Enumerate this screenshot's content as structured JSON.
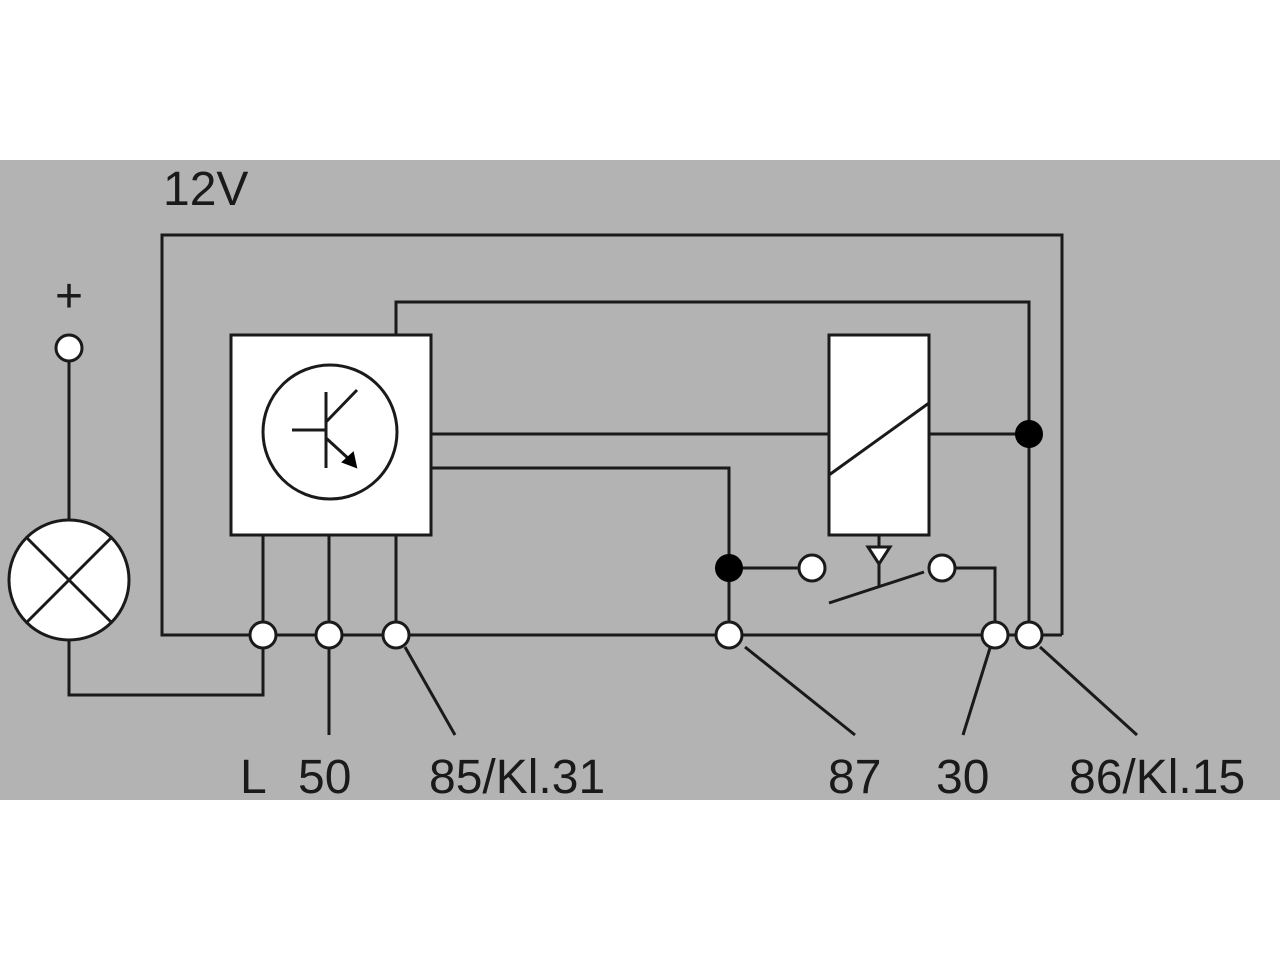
{
  "supply_label": "12V",
  "plus_label": "+",
  "terminals": {
    "l": "L",
    "t50": "50",
    "t85": "85/Kl.31",
    "t87": "87",
    "t30": "30",
    "t86": "86/Kl.15"
  },
  "colors": {
    "background": "#b3b3b3",
    "line": "#1a1a1a",
    "component_fill": "#ffffff",
    "junction": "#000000"
  }
}
